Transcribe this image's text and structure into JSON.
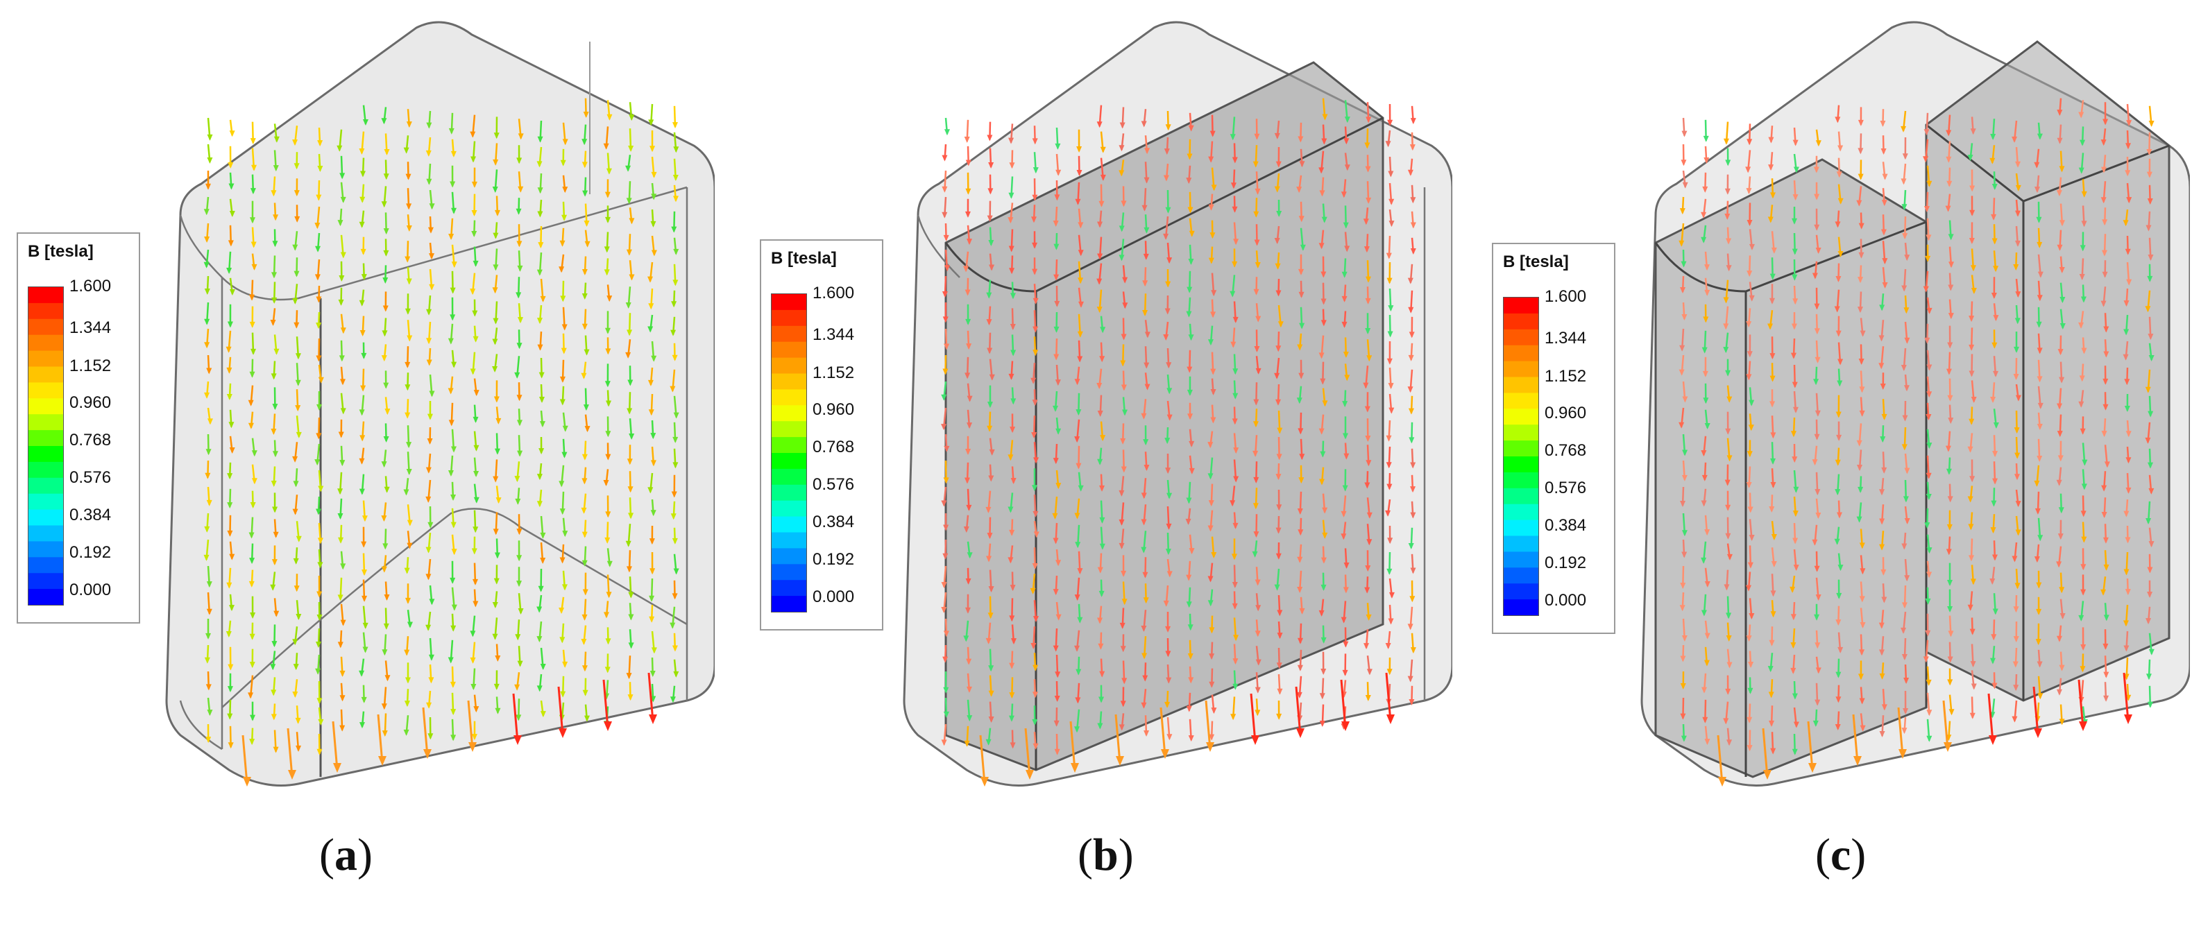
{
  "legend": {
    "title": "B [tesla]",
    "ticks": [
      "1.600",
      "1.344",
      "1.152",
      "0.960",
      "0.768",
      "0.576",
      "0.384",
      "0.192",
      "0.000"
    ],
    "colors": [
      "#ff0000",
      "#ff3300",
      "#ff5a00",
      "#ff8000",
      "#ffa000",
      "#ffc400",
      "#ffe600",
      "#f2ff00",
      "#b4ff00",
      "#60ff00",
      "#00ff00",
      "#00ff44",
      "#00ff88",
      "#00ffcc",
      "#00f0ff",
      "#00c0ff",
      "#0090ff",
      "#0060ff",
      "#0030ff",
      "#0000ff"
    ]
  },
  "panels": [
    {
      "caption_open": "(",
      "caption_letter": "a",
      "caption_close": ")"
    },
    {
      "caption_open": "(",
      "caption_letter": "b",
      "caption_close": ")"
    },
    {
      "caption_open": "(",
      "caption_letter": "c",
      "caption_close": ")"
    }
  ]
}
